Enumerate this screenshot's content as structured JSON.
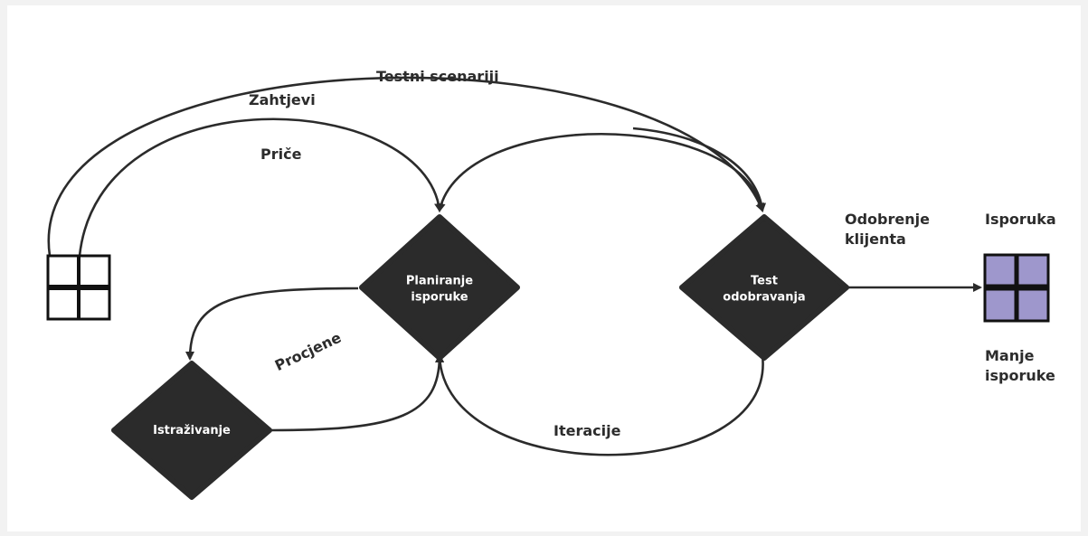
{
  "nodes": {
    "planiranje": "Planiranje\nisporuke",
    "test": "Test\nodobravanja",
    "istrazivanje": "Istraživanje"
  },
  "edges": {
    "testni_scenariji": "Testni scenariji",
    "zahtjevi": "Zahtjevi",
    "price": "Priče",
    "procjene": "Procjene",
    "iteracije": "Iteracije",
    "odobrenje_klijenta": "Odobrenje\nklijenta"
  },
  "output": {
    "isporuka": "Isporuka",
    "manje_isporuke": "Manje\nisporuke"
  },
  "colors": {
    "diamond": "#2b2b2b",
    "line": "#2b2b2b",
    "delivery_fill": "#9e97cc"
  }
}
